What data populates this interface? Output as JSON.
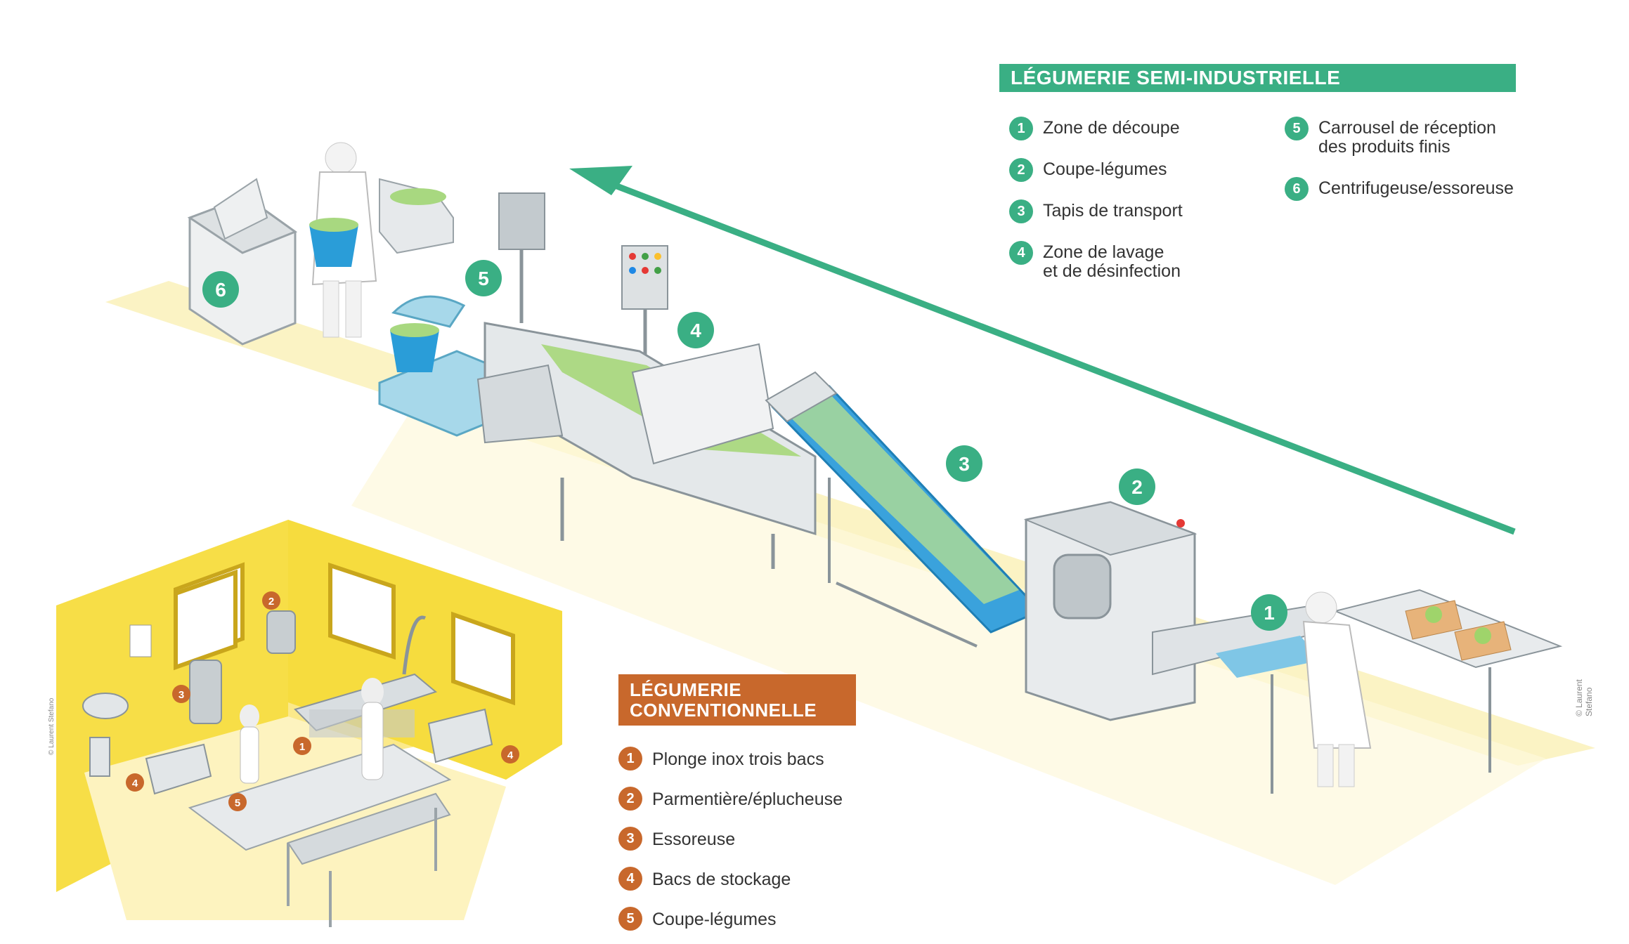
{
  "semi_industrial": {
    "title": "LÉGUMERIE SEMI-INDUSTRIELLE",
    "items": [
      {
        "num": "1",
        "lines": [
          "Zone de découpe"
        ]
      },
      {
        "num": "2",
        "lines": [
          "Coupe-légumes"
        ]
      },
      {
        "num": "3",
        "lines": [
          "Tapis de transport"
        ]
      },
      {
        "num": "4",
        "lines": [
          "Zone de lavage",
          "et de désinfection"
        ]
      },
      {
        "num": "5",
        "lines": [
          "Carrousel de réception",
          "des produits finis"
        ]
      },
      {
        "num": "6",
        "lines": [
          "Centrifugeuse/essoreuse"
        ]
      }
    ],
    "markers": [
      "1",
      "2",
      "3",
      "4",
      "5",
      "6"
    ]
  },
  "conventional": {
    "title_line1": "LÉGUMERIE",
    "title_line2": "CONVENTIONNELLE",
    "items": [
      {
        "num": "1",
        "label": "Plonge inox trois bacs"
      },
      {
        "num": "2",
        "label": "Parmentière/éplucheuse"
      },
      {
        "num": "3",
        "label": "Essoreuse"
      },
      {
        "num": "4",
        "label": "Bacs de stockage"
      },
      {
        "num": "5",
        "label": "Coupe-légumes"
      }
    ],
    "markers": [
      "1",
      "2",
      "3",
      "4",
      "4",
      "5"
    ]
  },
  "credit": "© Laurent Stefano",
  "colors": {
    "green": "#3aaf84",
    "orange": "#c8682c",
    "floor": "#fbf3c4",
    "wall": "#f7de47"
  }
}
